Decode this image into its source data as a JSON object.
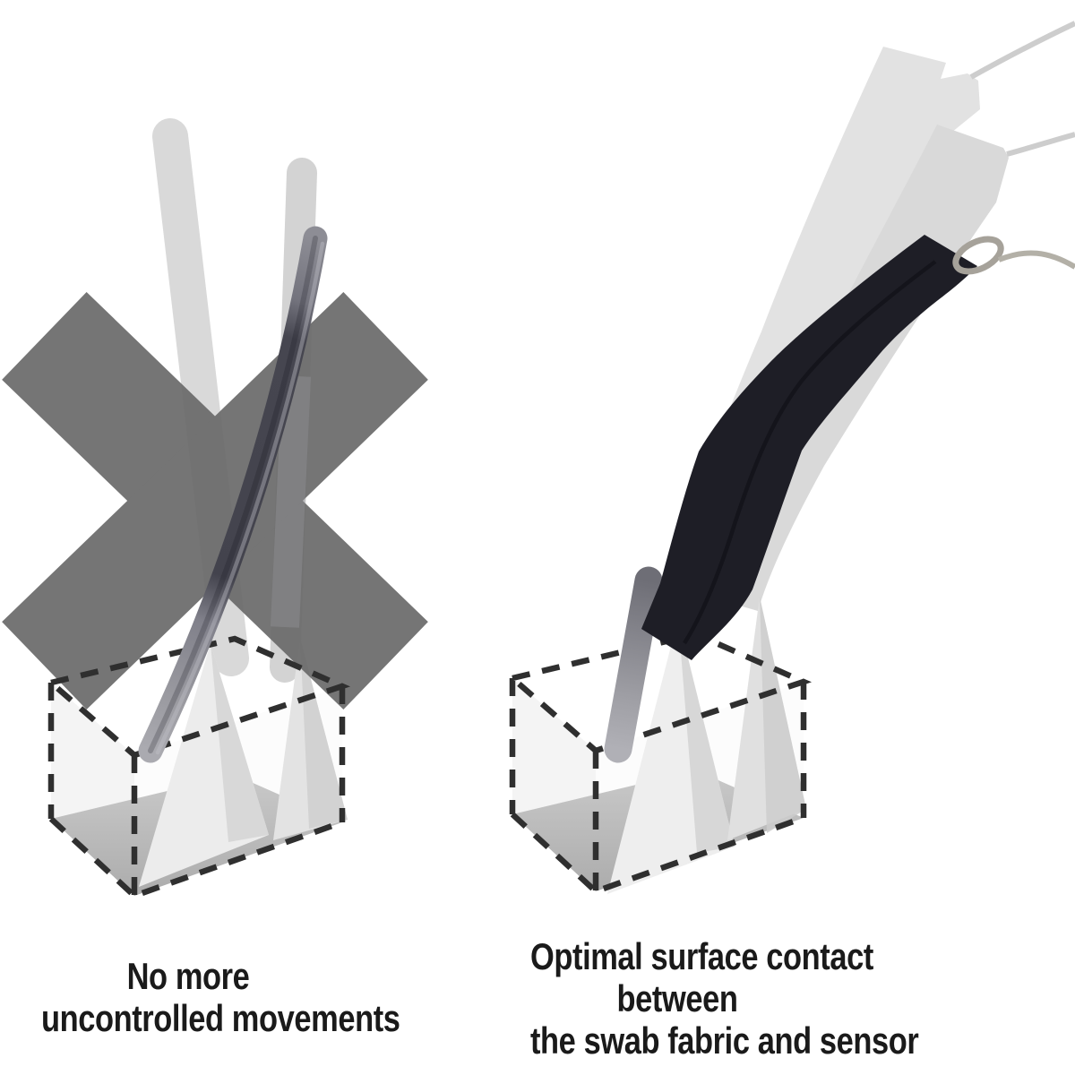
{
  "background_color": "#ffffff",
  "captions": {
    "left_line1": "No more",
    "left_line2": "uncontrolled movements",
    "right_line1": "Optimal surface contact",
    "right_line2": "between",
    "right_line3": "the swab fabric and sensor"
  },
  "icons": {
    "left_figure": "crossed-out-swab-in-sensor-box",
    "prohibition_mark": "x-cross-icon",
    "right_figure": "angled-swab-handle-in-sensor-box",
    "lanyard": "lanyard-ring-icon"
  },
  "colors": {
    "x_cross_gray": "#6b6b6b",
    "ghost_gray": "#dcdcdc",
    "handle_black": "#1e1e26",
    "rod_dark_gray": "#43434d",
    "rod_light_gray": "#aaaab0",
    "box_floor_gray": "#bcbcbc",
    "dash_color": "#2f2f2f",
    "string_gray": "#cdcdcd",
    "text_color": "#1a1a1a"
  }
}
